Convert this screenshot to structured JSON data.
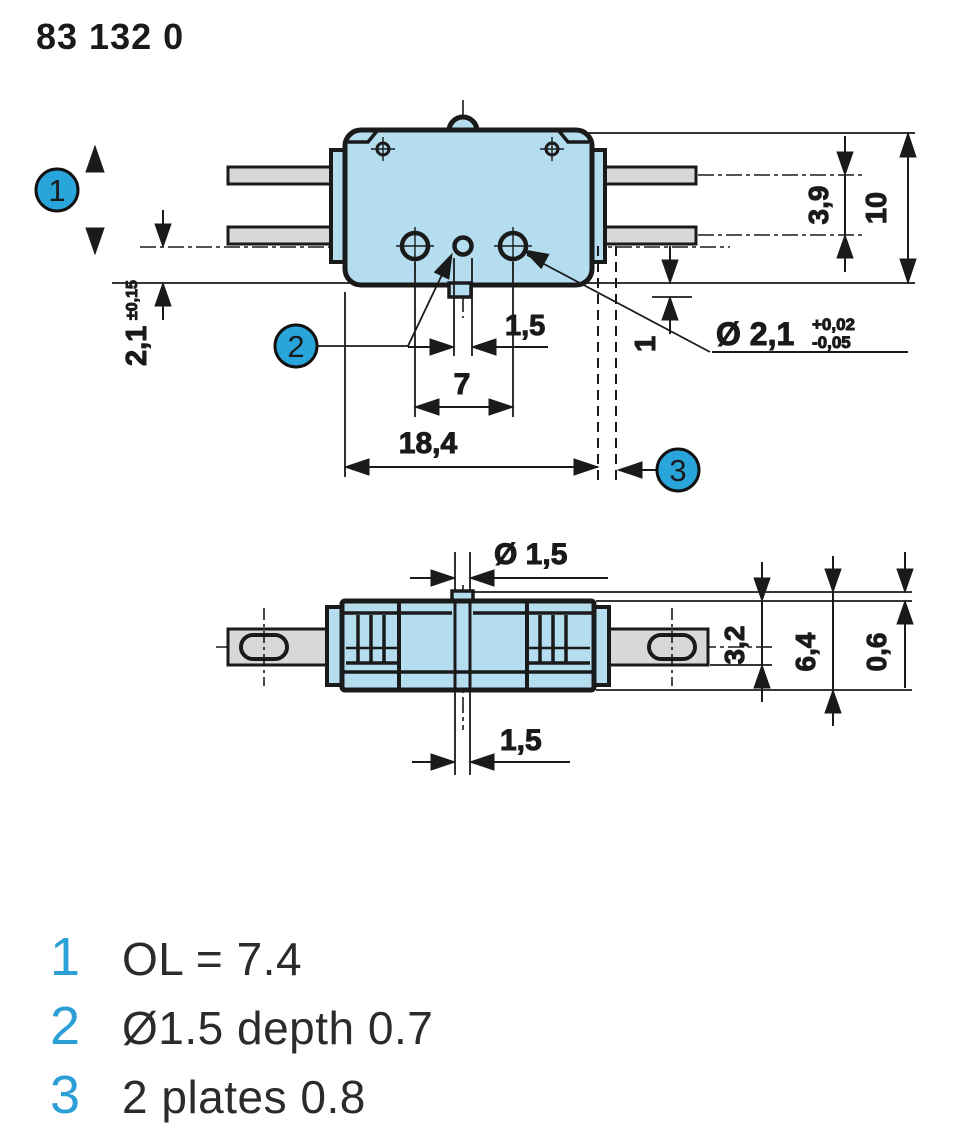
{
  "title": "83 132 0",
  "colors": {
    "body_fill": "#b4ddf0",
    "terminal_fill": "#d8d8d8",
    "line": "#1a1a1a",
    "callout_fill": "#29a5dc",
    "legend_number": "#2b9fd6"
  },
  "callouts": {
    "c1": "1",
    "c2": "2",
    "c3": "3"
  },
  "top_view": {
    "dims": {
      "base_offset": "2,1",
      "base_offset_tol": "±0,15",
      "hole_offset": "1,5",
      "hole_spacing": "7",
      "body_length": "18,4",
      "step_height": "1",
      "pin_spacing": "3,9",
      "height_total": "10",
      "hole_dia": "Ø 2,1",
      "hole_dia_tol_plus": "+0,02",
      "hole_dia_tol_minus": "-0,05"
    }
  },
  "bottom_view": {
    "dims": {
      "plunger_dia": "Ø 1,5",
      "plunger_width": "1,5",
      "terminal_offset": "3,2",
      "height_total": "6,4",
      "plunger_protrusion": "0,6"
    }
  },
  "legend": [
    {
      "num": "1",
      "text": "OL = 7.4"
    },
    {
      "num": "2",
      "text": "Ø1.5 depth 0.7"
    },
    {
      "num": "3",
      "text": "2 plates 0.8"
    }
  ]
}
